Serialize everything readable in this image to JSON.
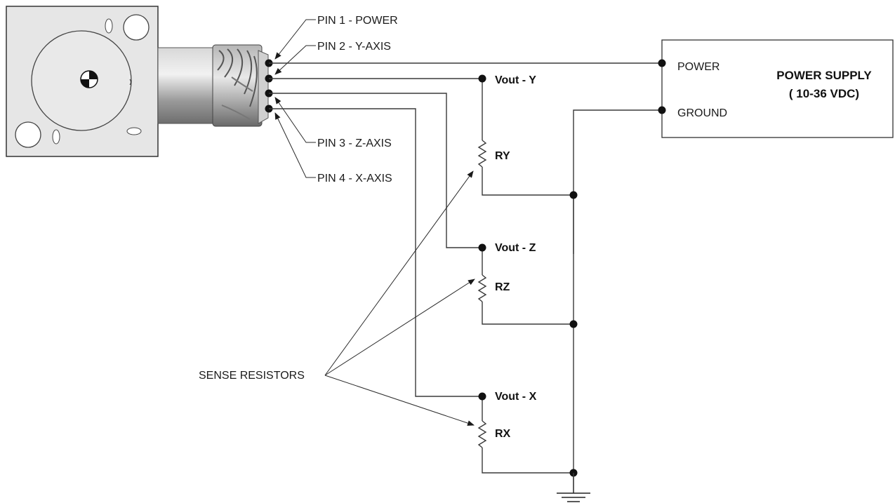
{
  "pins": {
    "pin1": "PIN 1 - POWER",
    "pin2": "PIN 2 - Y-AXIS",
    "pin3": "PIN 3 - Z-AXIS",
    "pin4": "PIN 4 - X-AXIS"
  },
  "power_supply": {
    "title_line1": "POWER SUPPLY",
    "title_line2": "( 10-36 VDC)",
    "power_terminal": "POWER",
    "ground_terminal": "GROUND"
  },
  "outputs": {
    "vout_y": "Vout - Y",
    "vout_z": "Vout - Z",
    "vout_x": "Vout - X"
  },
  "resistors": {
    "ry": "RY",
    "rz": "RZ",
    "rx": "RX"
  },
  "callout": {
    "sense_resistors": "SENSE RESISTORS"
  },
  "colors": {
    "wire": "#3a3a3a",
    "sensor_body": "#e6e6e6",
    "connector_metal": "#a8a8a8"
  }
}
